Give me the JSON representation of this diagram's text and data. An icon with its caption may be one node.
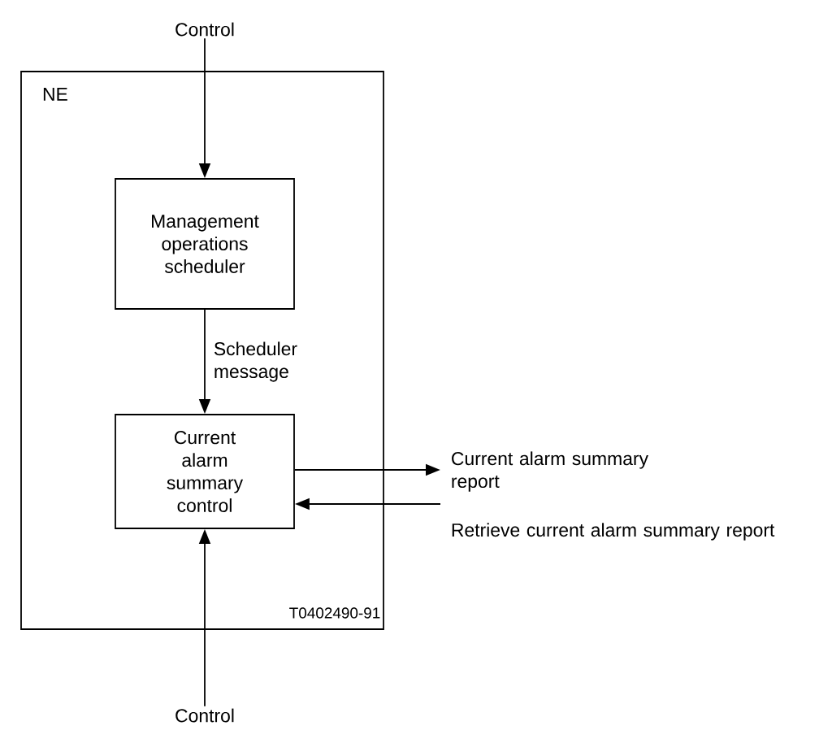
{
  "diagram": {
    "nodes": [
      {
        "text": [
          "Control"
        ]
      },
      {
        "text": [
          "NE"
        ]
      },
      {
        "text": [
          "Management operations scheduler"
        ],
        "in": 1
      },
      {
        "text": [
          "Current alarm summary control"
        ],
        "in": 1
      },
      {
        "text": [
          "Current alarm summary report"
        ]
      },
      {
        "text": [
          "Retrieve current alarm summary report"
        ]
      },
      {
        "text": [
          "Control"
        ]
      }
    ],
    "edges": [
      {
        "from": 0,
        "to": 2,
        "arrow": "to"
      },
      {
        "from": 2,
        "to": 3,
        "arrow": "to",
        "label": "Scheduler message"
      },
      {
        "from": 3,
        "to": 4,
        "arrow": "to"
      },
      {
        "from": 5,
        "to": 3,
        "arrow": "to"
      },
      {
        "from": 6,
        "to": 3,
        "arrow": "to"
      }
    ],
    "labels": [
      "T0402490-91"
    ]
  }
}
